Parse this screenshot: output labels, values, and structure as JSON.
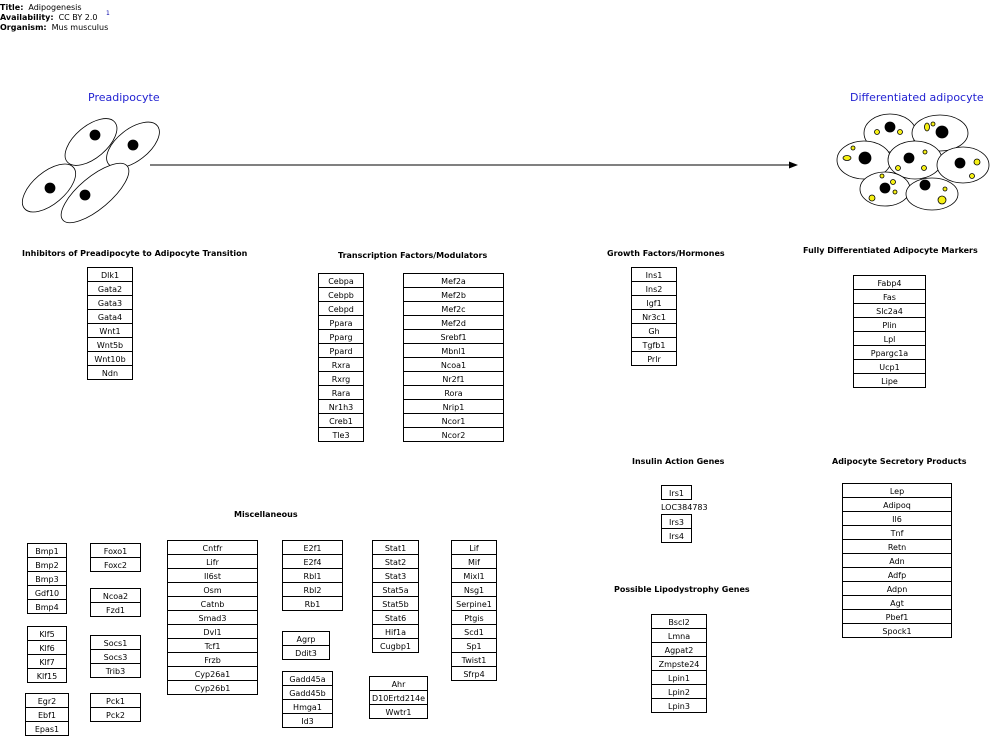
{
  "header": {
    "title_label": "Title:",
    "title": "Adipogenesis",
    "availability_label": "Availability:",
    "availability": "CC BY 2.0",
    "organism_label": "Organism:",
    "organism": "Mus musculus",
    "footnote": "1"
  },
  "cells": {
    "preadipocyte": "Preadipocyte",
    "differentiated": "Differentiated adipocyte"
  },
  "sections": {
    "inhibitors": "Inhibitors of Preadipocyte to Adipocyte Transition",
    "transcription": "Transcription Factors/Modulators",
    "growth": "Growth Factors/Hormones",
    "markers": "Fully Differentiated Adipocyte Markers",
    "insulin": "Insulin Action Genes",
    "secretory": "Adipocyte Secretory Products",
    "misc": "Miscellaneous",
    "lipodystrophy": "Possible Lipodystrophy Genes"
  },
  "groups": {
    "inhibitors": [
      "Dlk1",
      "Gata2",
      "Gata3",
      "Gata4",
      "Wnt1",
      "Wnt5b",
      "Wnt10b",
      "Ndn"
    ],
    "tf_a": [
      "Cebpa",
      "Cebpb",
      "Cebpd",
      "Ppara",
      "Pparg",
      "Ppard",
      "Rxra",
      "Rxrg",
      "Rara",
      "Nr1h3",
      "Creb1",
      "Tle3"
    ],
    "tf_b": [
      "Mef2a",
      "Mef2b",
      "Mef2c",
      "Mef2d",
      "Srebf1",
      "Mbnl1",
      "Ncoa1",
      "Nr2f1",
      "Rora",
      "Nrip1",
      "Ncor1",
      "Ncor2"
    ],
    "growth": [
      "Ins1",
      "Ins2",
      "Igf1",
      "Nr3c1",
      "Gh",
      "Tgfb1",
      "Prlr"
    ],
    "markers": [
      "Fabp4",
      "Fas",
      "Slc2a4",
      "Plin",
      "Lpl",
      "Ppargc1a",
      "Ucp1",
      "Lipe"
    ],
    "insulin": [
      "Irs1",
      "LOC384783",
      "Irs3",
      "Irs4"
    ],
    "secretory": [
      "Lep",
      "Adipoq",
      "Il6",
      "Tnf",
      "Retn",
      "Adn",
      "Adfp",
      "Adpn",
      "Agt",
      "Pbef1",
      "Spock1"
    ],
    "lipodystrophy": [
      "Bscl2",
      "Lmna",
      "Agpat2",
      "Zmpste24",
      "Lpin1",
      "Lpin2",
      "Lpin3"
    ],
    "m_bmp": [
      "Bmp1",
      "Bmp2",
      "Bmp3",
      "Gdf10",
      "Bmp4"
    ],
    "m_klf": [
      "Klf5",
      "Klf6",
      "Klf7",
      "Klf15"
    ],
    "m_egr": [
      "Egr2",
      "Ebf1",
      "Epas1"
    ],
    "m_fox": [
      "Foxo1",
      "Foxc2"
    ],
    "m_ncoa": [
      "Ncoa2",
      "Fzd1"
    ],
    "m_socs": [
      "Socs1",
      "Socs3",
      "Trib3"
    ],
    "m_pck": [
      "Pck1",
      "Pck2"
    ],
    "m_cntf": [
      "Cntfr",
      "Lifr",
      "Il6st",
      "Osm",
      "Catnb",
      "Smad3",
      "Dvl1",
      "Tcf1",
      "Frzb",
      "Cyp26a1",
      "Cyp26b1"
    ],
    "m_e2f": [
      "E2f1",
      "E2f4",
      "Rbl1",
      "Rbl2",
      "Rb1"
    ],
    "m_agrp": [
      "Agrp",
      "Ddit3"
    ],
    "m_gadd": [
      "Gadd45a",
      "Gadd45b",
      "Hmga1",
      "Id3"
    ],
    "m_stat": [
      "Stat1",
      "Stat2",
      "Stat3",
      "Stat5a",
      "Stat5b",
      "Stat6",
      "Hif1a",
      "Cugbp1"
    ],
    "m_ahr": [
      "Ahr",
      "D10Ertd214e",
      "Wwtr1"
    ],
    "m_lif": [
      "Lif",
      "Mif",
      "Mixl1",
      "Nsg1",
      "Serpine1",
      "Ptgis",
      "Scd1",
      "Sp1",
      "Twist1",
      "Sfrp4"
    ]
  }
}
